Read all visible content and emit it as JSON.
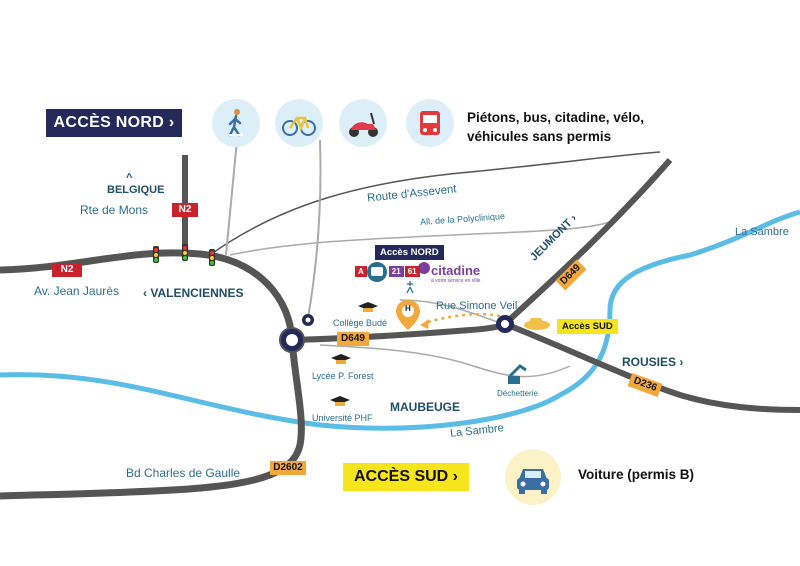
{
  "access": {
    "nord_label": "ACCÈS NORD ›",
    "sud_label": "ACCÈS SUD ›",
    "nord_modes": "Piétons, bus, citadine, vélo, véhicules sans permis",
    "nord_modes_line1": "Piétons, bus, citadine, vélo,",
    "nord_modes_line2": "véhicules sans permis",
    "sud_modes": "Voiture (permis B)",
    "nord_icons": [
      "pedestrian-icon",
      "bicycle-icon",
      "scooter-icon",
      "bus-stop-icon"
    ],
    "sud_icons": [
      "car-icon"
    ]
  },
  "map": {
    "places": {
      "belgique_arrow": "^",
      "belgique": "BELGIQUE",
      "rte_mons": "Rte de Mons",
      "av_jaures": "Av. Jean Jaurès",
      "valenciennes": "‹ VALENCIENNES",
      "route_assevent": "Route d'Assevent",
      "polyclinique": "All. de la Polyclinique",
      "jeumont": "JEUMONT ›",
      "la_sambre_top": "La Sambre",
      "la_sambre_bottom": "La Sambre",
      "rue_simone_veil": "Rue Simone Veil",
      "rousies": "ROUSIES ›",
      "maubeuge": "MAUBEUGE",
      "bd_gaulle": "Bd Charles de Gaulle",
      "college": "Collège Budé",
      "lycee": "Lycée P. Forest",
      "universite": "Université PHF",
      "dechetterie": "Déchetterie",
      "hospital_marker": "H",
      "acces_nord_small": "Accès NORD",
      "acces_sud_small": "Accès SUD",
      "citadine": "citadine",
      "citadine_tagline": "à votre service en ville",
      "bus_lines": [
        "A",
        "21",
        "61"
      ]
    },
    "roads": {
      "n2_top": "N2",
      "n2_left": "N2",
      "d649_center": "D649",
      "d649_jeumont": "D649",
      "d236": "D236",
      "d2602": "D2602"
    },
    "colors": {
      "navy": "#232a5a",
      "yellow": "#f7e51c",
      "river": "#5bbde6",
      "road_dark": "#555555",
      "road_light": "#aaaaaa",
      "red_tag": "#c8232c",
      "orange_tag": "#f2a93b",
      "marker": "#f2a93b",
      "label_blue": "#2a6f8f",
      "icon_bg": "#dceef8"
    }
  }
}
